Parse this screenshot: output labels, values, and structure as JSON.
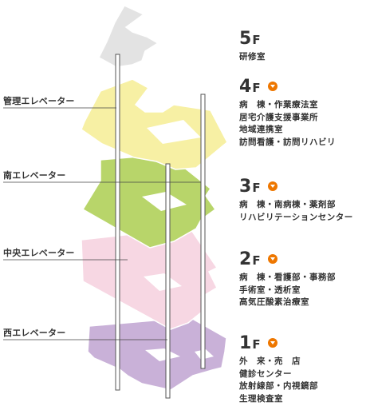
{
  "elevators": [
    {
      "id": "kanri",
      "label": "管理エレベーター"
    },
    {
      "id": "minami",
      "label": "南エレベーター"
    },
    {
      "id": "chuo",
      "label": "中央エレベーター"
    },
    {
      "id": "nishi",
      "label": "西エレベーター"
    }
  ],
  "floors": [
    {
      "id": "5f",
      "num": "5",
      "suffix": "F",
      "color": "#e3e3e3",
      "has_arrow": false,
      "departments": [
        "研修室"
      ]
    },
    {
      "id": "4f",
      "num": "4",
      "suffix": "F",
      "color": "#f7f0a4",
      "has_arrow": true,
      "departments": [
        "病　棟・作業療法室",
        "居宅介護支援事業所",
        "地域連携室",
        "訪問看護・訪問リハビリ"
      ]
    },
    {
      "id": "3f",
      "num": "3",
      "suffix": "F",
      "color": "#b8d56a",
      "has_arrow": true,
      "departments": [
        "病　棟・南病棟・薬剤部",
        "リハビリテーションセンター"
      ]
    },
    {
      "id": "2f",
      "num": "2",
      "suffix": "F",
      "color": "#f7d7e3",
      "has_arrow": true,
      "departments": [
        "病　棟・看護部・事務部",
        "手術室・透析室",
        "高気圧酸素治療室"
      ]
    },
    {
      "id": "1f",
      "num": "1",
      "suffix": "F",
      "color": "#c9b1d8",
      "has_arrow": true,
      "departments": [
        "外　来・売　店",
        "健診センター",
        "放射線部・内視鏡部",
        "生理検査室"
      ]
    }
  ]
}
